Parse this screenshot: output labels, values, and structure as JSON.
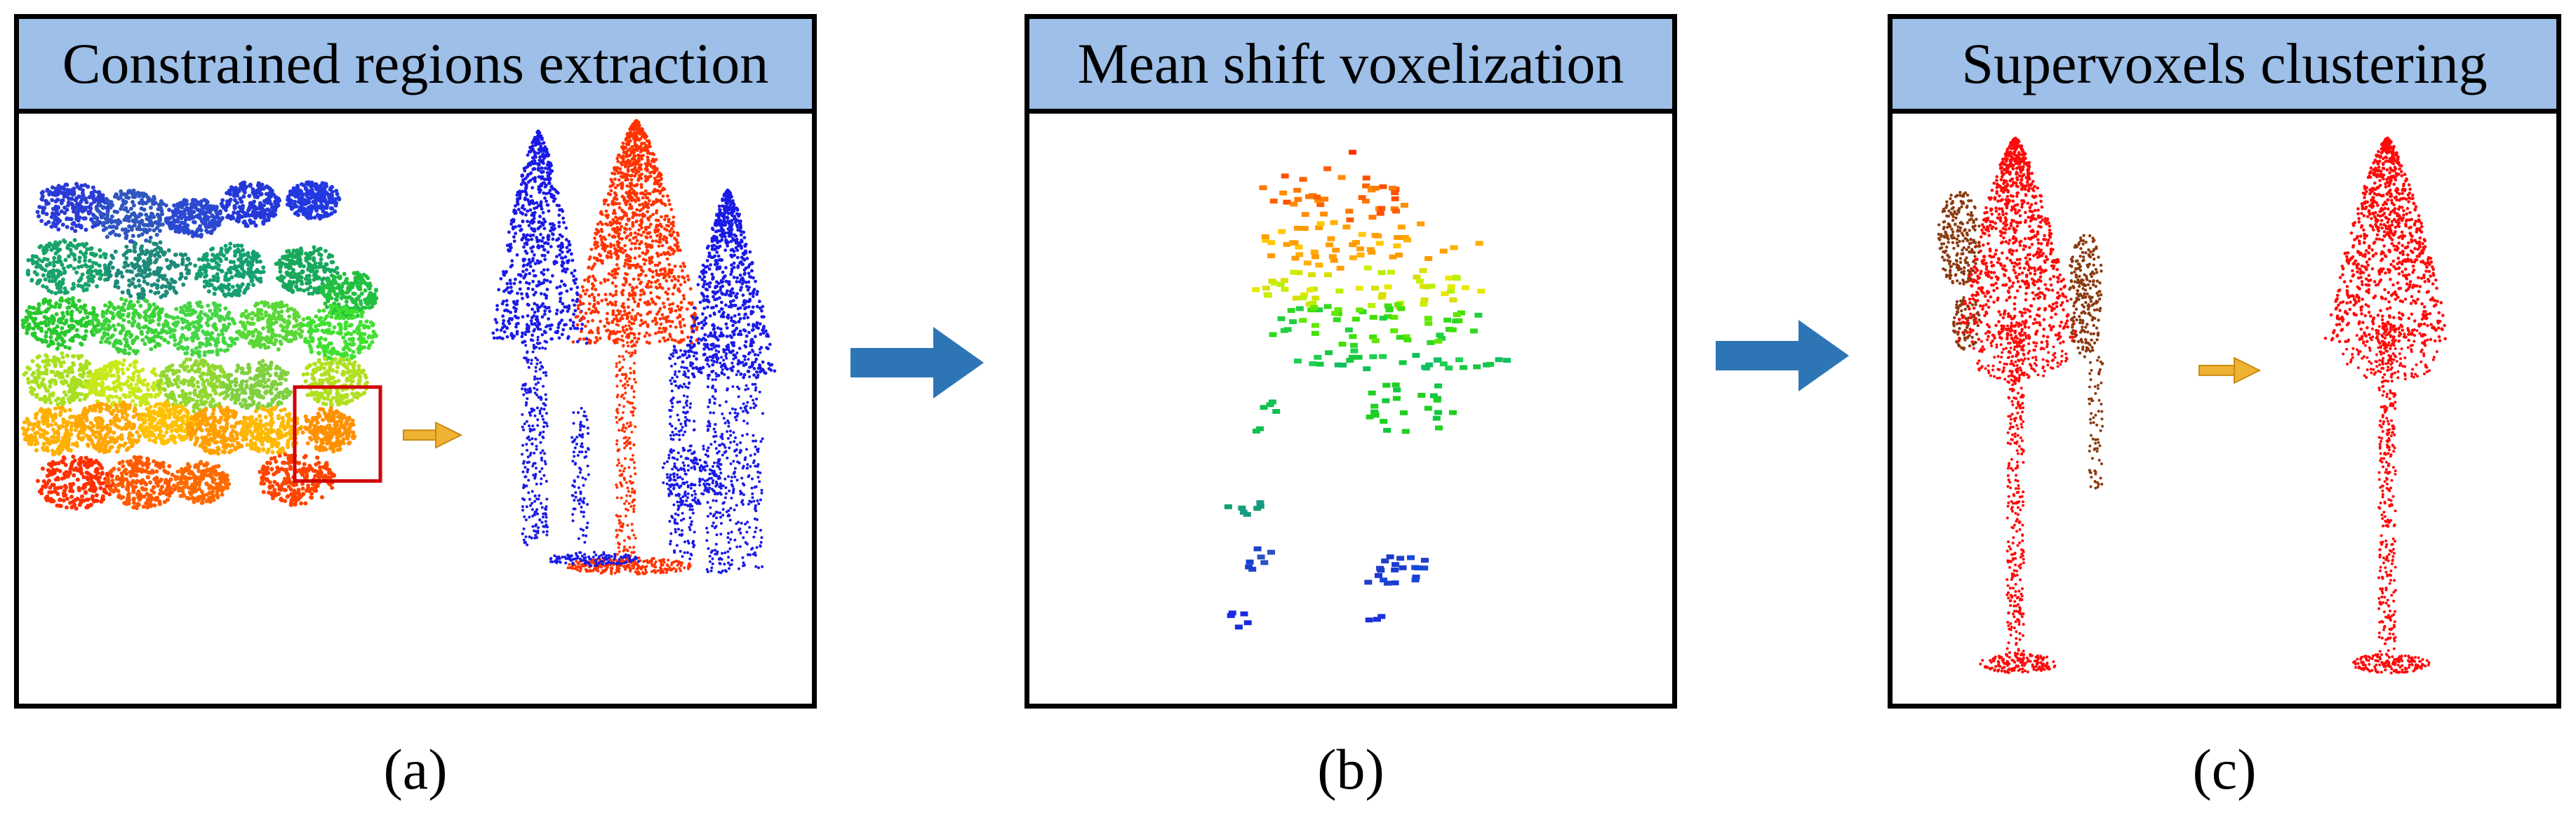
{
  "panels": [
    {
      "title": "Constrained regions extraction",
      "caption": "(a)"
    },
    {
      "title": "Mean shift voxelization",
      "caption": "(b)"
    },
    {
      "title": "Supervoxels clustering",
      "caption": "(c)"
    }
  ],
  "colors": {
    "header_bg": "#9dbfe8",
    "flow_arrow": "#2e75b6",
    "small_arrow": "#f0b233",
    "highlight_box": "#d00000",
    "blue_tree": "#1a1ae6",
    "red_tree": "#ff3300",
    "brown_points": "#8b3a10"
  }
}
